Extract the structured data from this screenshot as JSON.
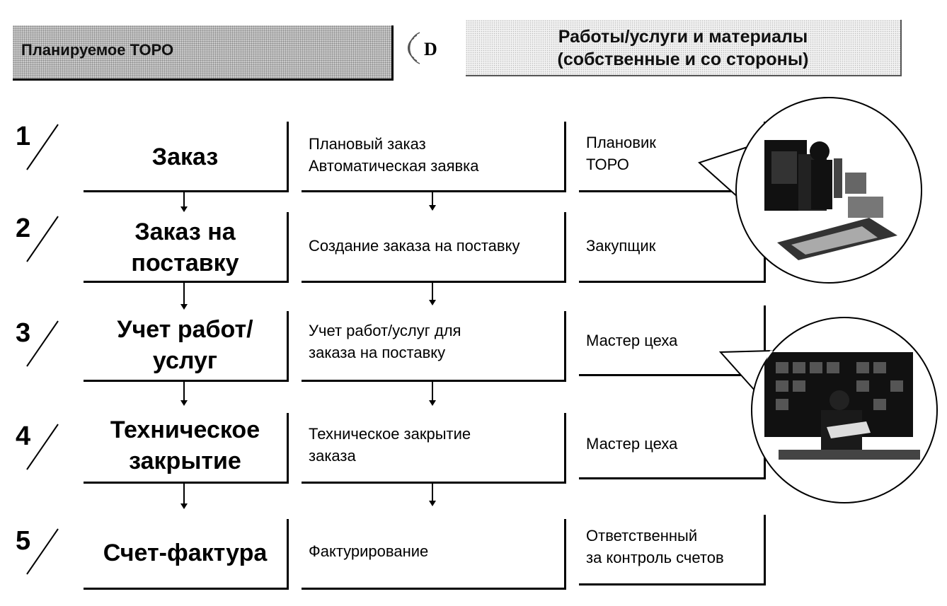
{
  "header": {
    "left_title": "Планируемое ТОРО",
    "logo_letter": "D",
    "right_title_line1": "Работы/услуги и материалы",
    "right_title_line2": "(собственные и со стороны)"
  },
  "steps": [
    {
      "number": "1",
      "name": "Заказ",
      "activity": "Плановый заказ\nАвтоматическая заявка",
      "role": "Плановик\nТОРО"
    },
    {
      "number": "2",
      "name": "Заказ на\nпоставку",
      "activity": "Создание заказа на поставку",
      "role": "Закупщик"
    },
    {
      "number": "3",
      "name": "Учет работ/\nуслуг",
      "activity": "Учет работ/услуг для\nзаказа на поставку",
      "role": "Мастер цеха"
    },
    {
      "number": "4",
      "name": "Техническое\nзакрытие",
      "activity": "Техническое закрытие\nзаказа",
      "role": "Мастер цеха"
    },
    {
      "number": "5",
      "name": "Счет-фактура",
      "activity": "Фактурирование",
      "role": "Ответственный\nза контроль счетов"
    }
  ],
  "pictures": [
    {
      "icon": "office-worker-photo-icon"
    },
    {
      "icon": "workshop-master-photo-icon"
    }
  ]
}
